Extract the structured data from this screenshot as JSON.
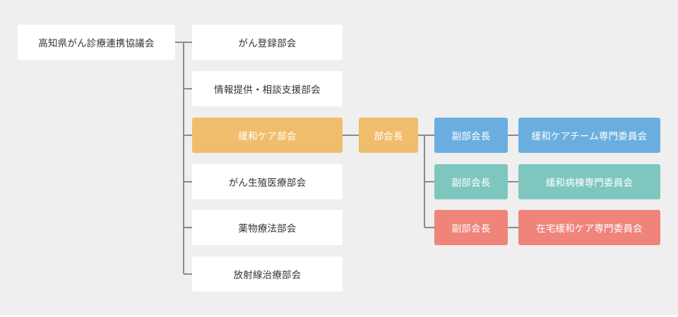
{
  "org": {
    "root": "高知県がん診療連携協議会",
    "committees": [
      "がん登録部会",
      "情報提供・相談支援部会",
      "緩和ケア部会",
      "がん生殖医療部会",
      "薬物療法部会",
      "放射線治療部会"
    ],
    "head": "部会長",
    "subgroups": [
      {
        "vice": "副部会長",
        "committee": "緩和ケアチーム専門委員会",
        "color": "#6aaee0"
      },
      {
        "vice": "副部会長",
        "committee": "緩和病棟専門委員会",
        "color": "#7fc7be"
      },
      {
        "vice": "副部会長",
        "committee": "在宅緩和ケア専門委員会",
        "color": "#ef847b"
      }
    ],
    "highlight_color": "#f0bd6d",
    "line_color": "#8a8a8a"
  }
}
